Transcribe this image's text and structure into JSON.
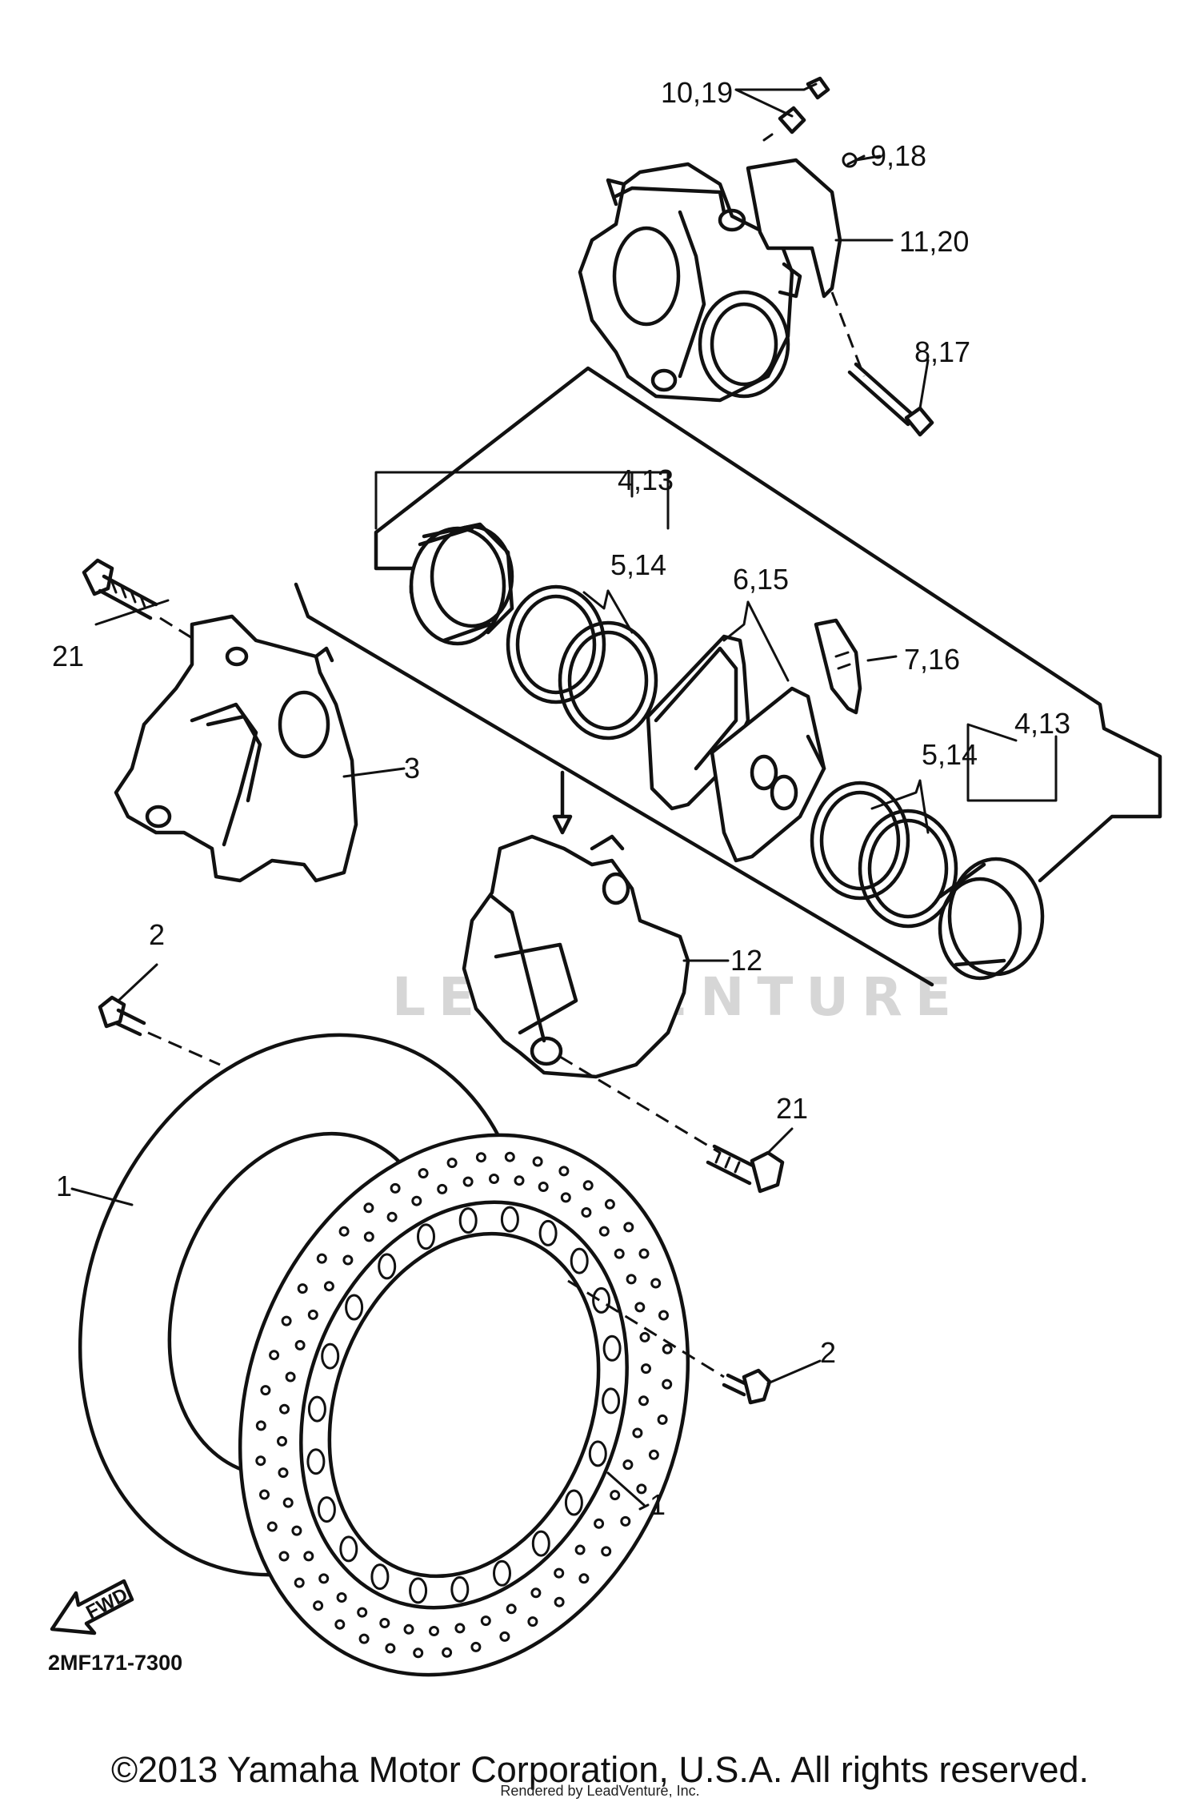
{
  "watermark": "LEADVENTURE",
  "diagram_code": "2MF171-7300",
  "fwd_label": "FWD",
  "copyright": "©2013 Yamaha Motor Corporation, U.S.A. All rights reserved.",
  "rendered_by": "Rendered by LeadVenture, Inc.",
  "callouts": {
    "c10_19": "10,19",
    "c9_18": "9,18",
    "c11_20": "11,20",
    "c8_17": "8,17",
    "c4_13_top": "4,13",
    "c5_14_top": "5,14",
    "c6_15": "6,15",
    "c7_16": "7,16",
    "c4_13_right": "4,13",
    "c5_14_right": "5,14",
    "c21_left": "21",
    "c3": "3",
    "c12": "12",
    "c2_top": "2",
    "c21_right": "21",
    "c1_left": "1",
    "c2_right": "2",
    "c1_right": "1"
  }
}
